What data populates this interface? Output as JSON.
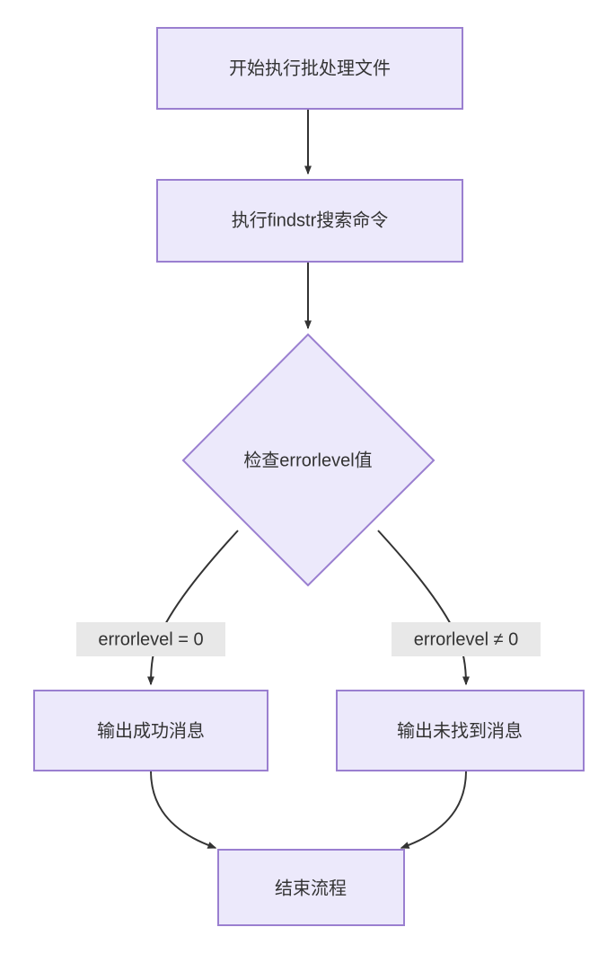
{
  "diagram": {
    "type": "flowchart",
    "direction": "top-down",
    "background_color": "#ffffff",
    "node_fill_color": "#ece9fb",
    "node_border_color": "#9a7fd0",
    "node_text_color": "#333333",
    "edge_color": "#333333",
    "edge_label_background": "#e8e8e8",
    "nodes": [
      {
        "id": "start",
        "shape": "rectangle",
        "label": "开始执行批处理文件"
      },
      {
        "id": "findstr",
        "shape": "rectangle",
        "label": "执行findstr搜索命令"
      },
      {
        "id": "check",
        "shape": "diamond",
        "label": "检查errorlevel值"
      },
      {
        "id": "success",
        "shape": "rectangle",
        "label": "输出成功消息"
      },
      {
        "id": "notfound",
        "shape": "rectangle",
        "label": "输出未找到消息"
      },
      {
        "id": "end",
        "shape": "rectangle",
        "label": "结束流程"
      }
    ],
    "edges": [
      {
        "from": "start",
        "to": "findstr",
        "label": ""
      },
      {
        "from": "findstr",
        "to": "check",
        "label": ""
      },
      {
        "from": "check",
        "to": "success",
        "label": "errorlevel = 0"
      },
      {
        "from": "check",
        "to": "notfound",
        "label": "errorlevel ≠ 0"
      },
      {
        "from": "success",
        "to": "end",
        "label": ""
      },
      {
        "from": "notfound",
        "to": "end",
        "label": ""
      }
    ]
  }
}
